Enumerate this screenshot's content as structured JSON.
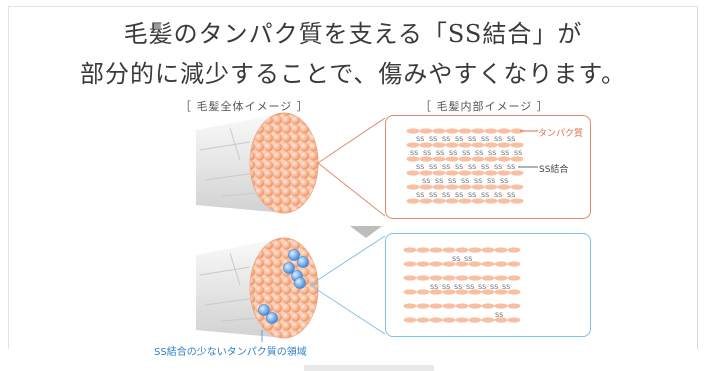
{
  "header": {
    "line1": "毛髪のタンパク質を支える「SS結合」が",
    "line2": "部分的に減少することで、傷みやすくなります。"
  },
  "captions": {
    "whole": "［ 毛髪全体イメージ ］",
    "inner": "［ 毛髪内部イメージ ］"
  },
  "labels": {
    "protein": "タンパク質",
    "ss_bond": "SS結合",
    "bond_text": "SS",
    "legend": "SS結合の少ないタンパク質の領域"
  },
  "colors": {
    "protein_fill": "#f7b48f",
    "protein_light": "#fbd3bb",
    "top_frame": "#e28a6b",
    "bottom_frame": "#7ec3e6",
    "damaged_ball": "#5b9fe0",
    "legend_text": "#2f7fc6"
  }
}
